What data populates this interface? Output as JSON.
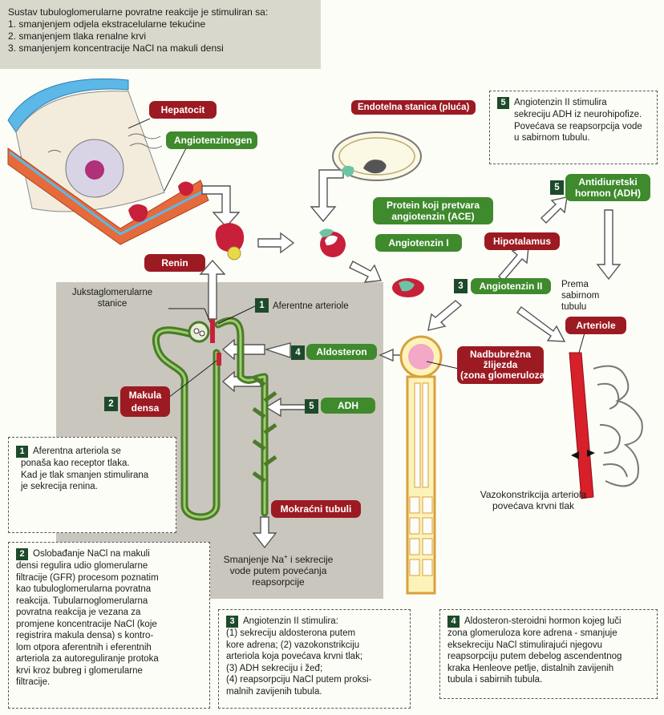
{
  "header": {
    "title": "Sustav tubuloglomerularne povratne reakcije je stimuliran sa:",
    "items": [
      "1. smanjenjem odjela ekstracelularne tekućine",
      "2. smanjenjem tlaka renalne krvi",
      "3. smanjenjem koncentracije NaCl na makuli densi"
    ]
  },
  "labels": {
    "hepatocit": "Hepatocit",
    "angiotenzinogen": "Angiotenzinogen",
    "renin": "Renin",
    "endotelna": "Endotelna stanica (pluća)",
    "ace": "Protein koji pretvara angiotenzin (ACE)",
    "ace_line1": "Protein koji pretvara",
    "ace_line2": "angiotenzin (ACE)",
    "angiotenzin_i": "Angiotenzin I",
    "angiotenzin_ii": "Angiotenzin II",
    "hipotalamus": "Hipotalamus",
    "adh_full_line1": "Antidiuretski",
    "adh_full_line2": "hormon (ADH)",
    "prema_sabirnom": "Prema sabirnom tubulu",
    "prema_line1": "Prema sabirnom",
    "prema_line2": "tubulu",
    "arteriole": "Arteriole",
    "nadbubrezna_line1": "Nadbubrežna",
    "nadbubrezna_line2": "žlijezda",
    "nadbubrezna_line3": "(zona glomeruloza)",
    "jukst_line1": "Jukstaglomerularne",
    "jukst_line2": "stanice",
    "aferentne": "Aferentne arteriole",
    "aldosteron": "Aldosteron",
    "makula_line1": "Makula",
    "makula_line2": "densa",
    "adh": "ADH",
    "mokracni": "Mokraćni tubuli",
    "vazokon_line1": "Vazokonstrikcija arteriola",
    "vazokon_line2": "povećava krvni tlak",
    "smanjenje_line1": "Smanjenje Na",
    "smanjenje_sup": "+",
    "smanjenje_line1b": " i sekrecije",
    "smanjenje_line2": "vode putem povećanja",
    "smanjenje_line3": "reapsorpcije",
    "n1": "1",
    "n2": "2",
    "n3": "3",
    "n4": "4",
    "n5": "5"
  },
  "notes": {
    "n5": [
      "Angiotenzin II stimulira",
      "sekreciju ADH iz neurohipofize.",
      "Povećava se reapsorpcija vode",
      "u sabirnom tubulu."
    ],
    "n1": [
      "Aferentna arteriola se",
      "ponaša kao receptor tlaka.",
      "Kad je tlak smanjen stimulirana",
      "je sekrecija renina."
    ],
    "n2": [
      "Oslobađanje NaCl na makuli",
      "densi regulira udio glomerularne",
      "filtracije (GFR) procesom poznatim",
      "kao tubuloglomerularna povratna",
      "reakcija. Tubularnoglomerularna",
      "povratna reakcija je vezana za",
      "promjene koncentracije NaCl (koje",
      "registrira makula densa) s kontro-",
      "lom otpora aferentnih i eferentnih",
      "arteriola za autoreguliranje protoka",
      "krvi kroz bubreg i glomerularne",
      "filtracije."
    ],
    "n3": [
      "Angiotenzin II stimulira:",
      "(1) sekreciju aldosterona putem",
      "kore adrena; (2) vazokonstrikciju",
      "arteriola koja povećava krvni tlak;",
      "(3) ADH sekreciju i žeđ;",
      "(4) reapsorpciju NaCl putem proksi-",
      "malnih zavijenih tubula."
    ],
    "n4": [
      "Aldosteron-steroidni hormon kojeg luči",
      "zona glomeruloza kore adrena - smanjuje",
      "eksekreciju NaCl stimulirajući njegovu",
      "reapsorpciju putem debelog ascendentnog",
      "kraka Henleove petlje, distalnih zavijenih",
      "tubula i sabirnih tubula."
    ]
  },
  "colors": {
    "green": "#3e8a2c",
    "dark_green": "#1d4a2a",
    "red": "#9c1a22",
    "gray_panel": "#c9c6bd",
    "header_bg": "#d9d8cc"
  }
}
